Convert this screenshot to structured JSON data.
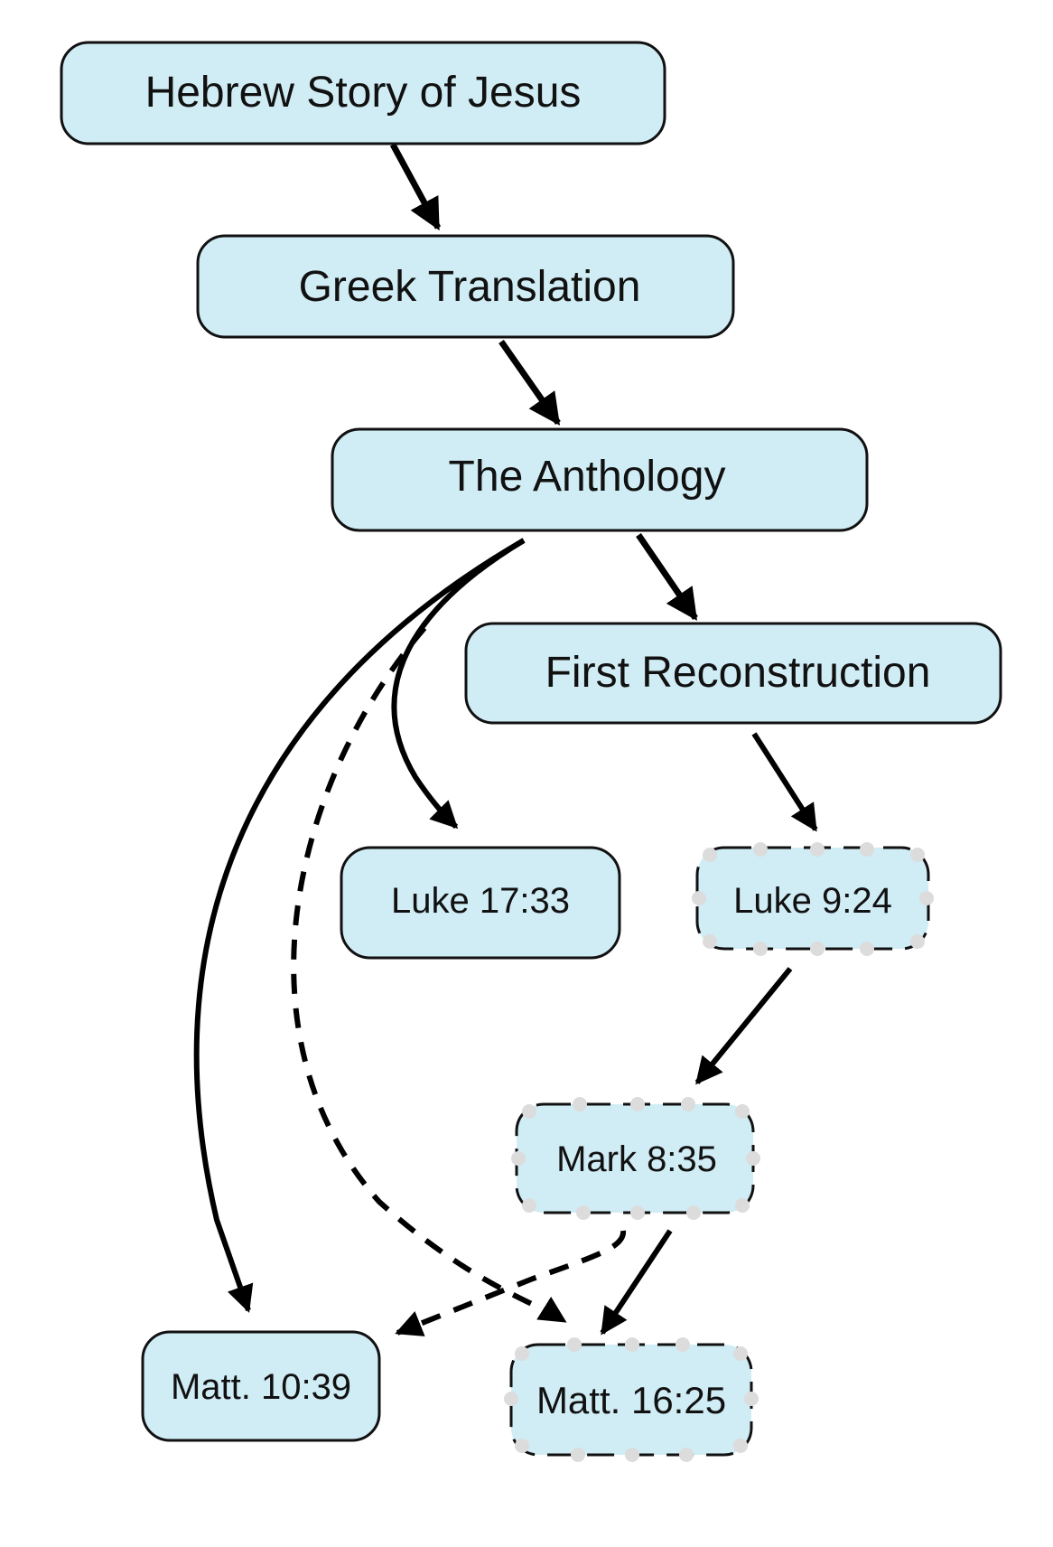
{
  "title": "Transmission of the saying about saving/losing life",
  "colors": {
    "node_fill": "#d0ecf4",
    "node_stroke": "#111111",
    "edge": "#000000",
    "marker_dot": "#dcdcdc",
    "background": "#ffffff"
  },
  "nodes": [
    {
      "id": "hebrew",
      "label": "Hebrew Story of Jesus",
      "style": "solid"
    },
    {
      "id": "greek",
      "label": "Greek Translation",
      "style": "solid"
    },
    {
      "id": "anthology",
      "label": "The Anthology",
      "style": "solid"
    },
    {
      "id": "firstrecon",
      "label": "First Reconstruction",
      "style": "solid"
    },
    {
      "id": "luke1733",
      "label": "Luke 17:33",
      "style": "solid"
    },
    {
      "id": "luke924",
      "label": "Luke 9:24",
      "style": "dashed-dotted"
    },
    {
      "id": "mark835",
      "label": "Mark 8:35",
      "style": "dashed-dotted"
    },
    {
      "id": "matt1039",
      "label": "Matt. 10:39",
      "style": "solid"
    },
    {
      "id": "matt1625",
      "label": "Matt. 16:25",
      "style": "dashed-dotted"
    }
  ],
  "edges": [
    {
      "from": "hebrew",
      "to": "greek",
      "style": "solid"
    },
    {
      "from": "greek",
      "to": "anthology",
      "style": "solid"
    },
    {
      "from": "anthology",
      "to": "firstrecon",
      "style": "solid"
    },
    {
      "from": "anthology",
      "to": "luke1733",
      "style": "solid"
    },
    {
      "from": "anthology",
      "to": "matt1039",
      "style": "solid"
    },
    {
      "from": "anthology",
      "to": "matt1625",
      "style": "dashed"
    },
    {
      "from": "firstrecon",
      "to": "luke924",
      "style": "solid"
    },
    {
      "from": "luke924",
      "to": "mark835",
      "style": "solid"
    },
    {
      "from": "mark835",
      "to": "matt1625",
      "style": "solid"
    },
    {
      "from": "mark835",
      "to": "matt1039",
      "style": "dashed"
    }
  ]
}
